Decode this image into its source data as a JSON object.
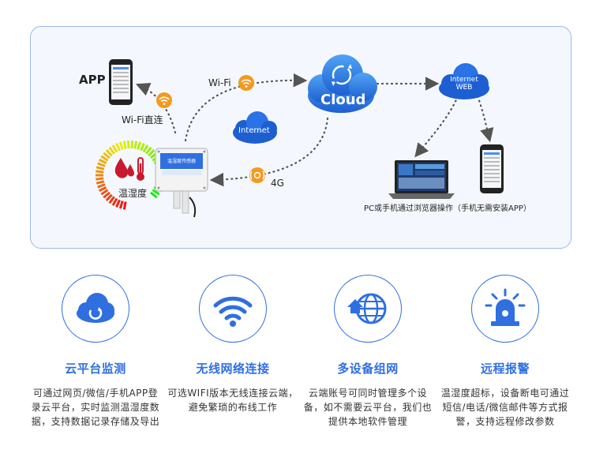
{
  "diagram": {
    "app_label": "APP",
    "wifi_direct_label": "Wi-Fi直连",
    "wifi_label": "Wi-Fi",
    "cloud_label": "Cloud",
    "internet_label": "Internet",
    "internet_web_line1": "Internet",
    "internet_web_line2": "WEB",
    "g4_label": "4G",
    "sensor_label": "温湿度",
    "device_label": "温湿度传感器",
    "pc_caption": "PC或手机通过浏览器操作（手机无需安装APP）"
  },
  "features": [
    {
      "title": "云平台监测",
      "desc": "可通过网页/微信/手机APP登录云平台，实时监测温湿度数据，支持数据记录存储及导出",
      "icon": "cloud-sync-icon"
    },
    {
      "title": "无线网络连接",
      "desc": "可选WIFI版本无线连接云端，避免繁琐的布线工作",
      "icon": "wifi-icon"
    },
    {
      "title": "多设备组网",
      "desc": "云端账号可同时管理多个设备，如不需要云平台，我们也提供本地软件管理",
      "icon": "globe-network-icon"
    },
    {
      "title": "远程报警",
      "desc": "温湿度超标，设备断电可通过短信/电话/微信邮件等方式报警，支持远程修改参数",
      "icon": "alarm-siren-icon"
    }
  ],
  "colors": {
    "accent": "#2f6fe0",
    "wifi_orange": "#f39a1e",
    "panel_border": "#9bb7e8"
  }
}
